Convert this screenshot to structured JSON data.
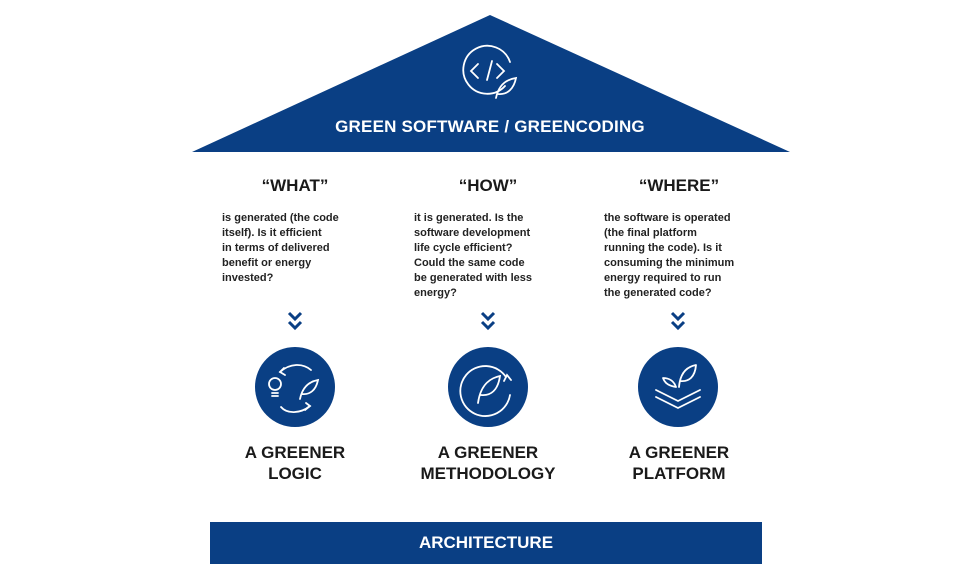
{
  "roof": {
    "title": "GREEN SOFTWARE / GREENCODING",
    "icon": "code-leaf-icon"
  },
  "columns": [
    {
      "question": "“WHAT”",
      "text": "is generated (the code\nitself). Is it efficient\nin terms of delivered\nbenefit or energy\ninvested?",
      "icon": "bulb-leaf-cycle-icon",
      "label1": "A GREENER",
      "label2": "LOGIC"
    },
    {
      "question": "“HOW”",
      "text": "it is generated. Is the\nsoftware development\nlife cycle efficient?\nCould the same code\nbe generated with less\nenergy?",
      "icon": "leaf-cycle-icon",
      "label1": "A GREENER",
      "label2": "METHODOLOGY"
    },
    {
      "question": "“WHERE”",
      "text": "the software is operated\n(the final platform\nrunning the code). Is it\nconsuming the minimum\nenergy required to run\nthe generated code?",
      "icon": "layers-sprout-icon",
      "label1": "A GREENER",
      "label2": "PLATFORM"
    }
  ],
  "base": {
    "label": "ARCHITECTURE"
  },
  "colors": {
    "navy": "#0a3f84"
  }
}
